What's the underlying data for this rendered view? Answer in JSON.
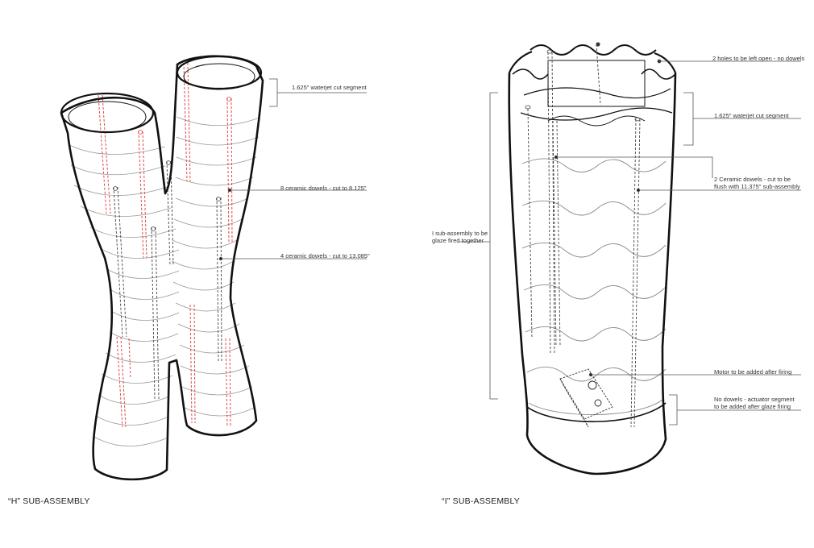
{
  "h_assembly": {
    "caption": "“H” SUB-ASSEMBLY",
    "notes": {
      "waterjet": "1.625\" waterjet cut segment",
      "dowels_8": "8 ceramic dowels - cut to 8.125\"",
      "dowels_4": "4 ceramic dowels - cut to 13.085\""
    }
  },
  "i_assembly": {
    "caption": "“I” SUB-ASSEMBLY",
    "notes": {
      "holes": "2 holes to be left open - no dowels",
      "waterjet": "1.625\" waterjet cut segment",
      "dowels_2_line1": "2 Ceramic dowels - cut to be",
      "dowels_2_line2": "flush with 11.375\" sub-assembly",
      "glaze_line1": "I sub-assembly to be",
      "glaze_line2": "glaze fired together",
      "motor": "Motor to be added after firing",
      "actuator_line1": "No dowels - actuator segment",
      "actuator_line2": "to be added after glaze firing"
    }
  },
  "colors": {
    "outline": "#111111",
    "segment_lines": "#9a9a9a",
    "dowel_red": "#e04a4a",
    "dowel_dark": "#444444",
    "leader": "#555555"
  }
}
